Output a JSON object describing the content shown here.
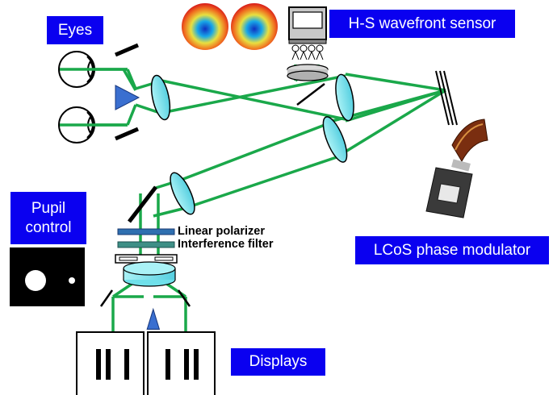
{
  "labels": {
    "eyes": "Eyes",
    "wavefront_sensor": "H-S wavefront sensor",
    "pupil_control_line1": "Pupil",
    "pupil_control_line2": "control",
    "linear_polarizer": "Linear polarizer",
    "interference_filter": "Interference filter",
    "lcos_modulator": "LCoS phase modulator",
    "displays": "Displays"
  },
  "colors": {
    "label_box_bg": "#0a00f0",
    "label_box_text": "#ffffff",
    "beam": "#1aa84a",
    "lens_fill": "#6fe0ea",
    "prism_fill": "#3a6fd0",
    "polarizer": "#2f6fb0",
    "filter": "#3e8f86"
  }
}
